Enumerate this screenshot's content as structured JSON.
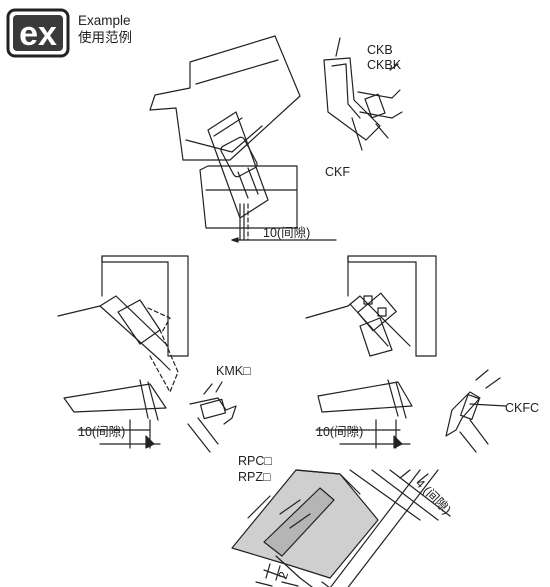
{
  "badge": {
    "glyph": "ex",
    "icon": "ex-badge-icon"
  },
  "header": {
    "title_en": "Example",
    "title_zh": "使用范例"
  },
  "labels": {
    "ckb": "CKB",
    "ckbk": "CKBK",
    "ckf": "CKF",
    "gap_top": "10(间隙)",
    "kmk": "KMK□",
    "gap_left": "10(间隙)",
    "rpc": "RPC□",
    "rpz": "RPZ□",
    "gap_right": "10(间隙)",
    "ckfc": "CKFC",
    "gap_bottom": "4 (间隙)",
    "dim_two": "2"
  }
}
